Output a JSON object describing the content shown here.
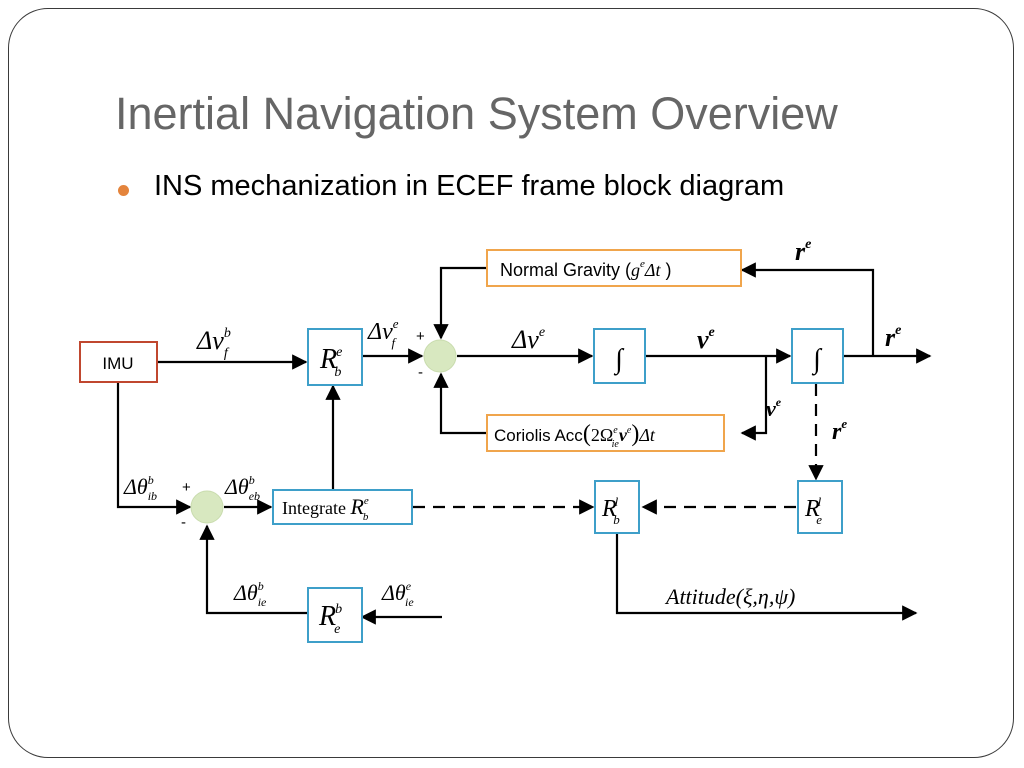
{
  "slide": {
    "title": "Inertial Navigation System Overview",
    "bullet": "INS mechanization in ECEF frame block diagram"
  },
  "colors": {
    "title": "#666666",
    "bullet": "#e4843c",
    "box_teal": "#3e9fc9",
    "box_orange": "#f0a54c",
    "box_red": "#c0472f",
    "summing_junction": "#d8e8c0",
    "line": "#000000"
  },
  "diagram": {
    "imu": "IMU",
    "normal_gravity": {
      "text": "Normal Gravity (",
      "g": "g",
      "g_sup": "e",
      "delta_t": "Δt",
      "close": " )"
    },
    "coriolis": {
      "text": "Coriolis Acc",
      "paren_open": "(",
      "two_omega": "2Ω",
      "omega_sup": "e",
      "omega_sub": "ie",
      "v": "v",
      "v_sup": "e",
      "paren_close": ")",
      "delta_t": "Δt"
    },
    "integrate": {
      "text": "Integrate ",
      "R": "R",
      "sup": "e",
      "sub": "b"
    },
    "rbe": {
      "R": "R",
      "sup": "e",
      "sub": "b"
    },
    "rlb": {
      "R": "R",
      "sup": "l",
      "sub": "b"
    },
    "rle": {
      "R": "R",
      "sup": "l",
      "sub": "e"
    },
    "reb": {
      "R": "R",
      "sup": "b",
      "sub": "e"
    },
    "integral_symbol": "∫",
    "plus": "+",
    "minus": "-",
    "labels": {
      "dv_f_b": {
        "main": "Δv",
        "sup": "b",
        "sub": "f"
      },
      "dv_f_e": {
        "main": "Δv",
        "sup": "e",
        "sub": "f"
      },
      "dv_e": {
        "main": "Δv",
        "sup": "e"
      },
      "v_e": {
        "main": "v",
        "sup": "e"
      },
      "v_e_side": {
        "main": "v",
        "sup": "e"
      },
      "r_e_top": {
        "main": "r",
        "sup": "e"
      },
      "r_e_out": {
        "main": "r",
        "sup": "e"
      },
      "r_e_dash": {
        "main": "r",
        "sup": "e"
      },
      "dtheta_ib": {
        "main": "Δθ",
        "sup": "b",
        "sub": "ib"
      },
      "dtheta_eb": {
        "main": "Δθ",
        "sup": "b",
        "sub": "eb"
      },
      "dtheta_ie_b": {
        "main": "Δθ",
        "sup": "b",
        "sub": "ie"
      },
      "dtheta_ie_e": {
        "main": "Δθ",
        "sup": "e",
        "sub": "ie"
      },
      "attitude": "Attitude(ξ,η,ψ)"
    }
  }
}
